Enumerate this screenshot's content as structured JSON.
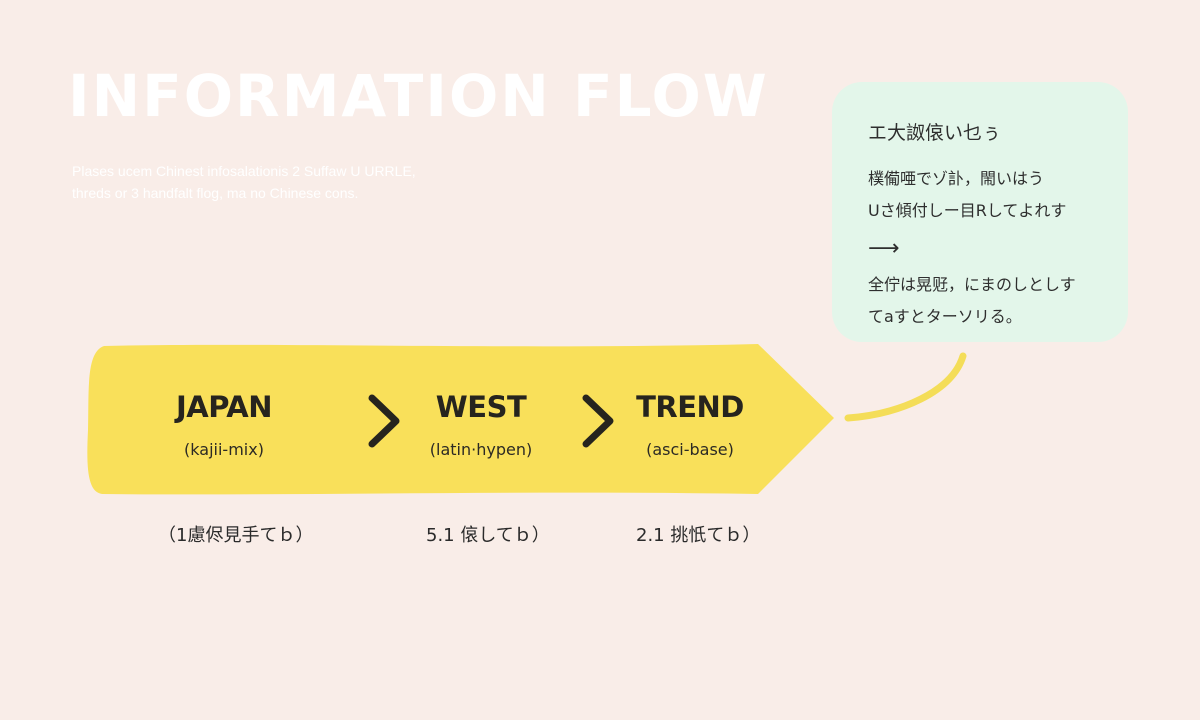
{
  "header": {
    "title": "INFORMATION FLOW",
    "subtitle_lines": [
      "Plases ucem Chinest infosalationis 2 Suffaw U URRLE,",
      "threds or 3 handfalt flog, ma no Chinese cons."
    ]
  },
  "flow": {
    "stages": [
      {
        "name": "JAPAN",
        "sub": "(kajii-mix)",
        "note": "（1慮侭見手てｂ）"
      },
      {
        "name": "WEST",
        "sub": "(latin·hypen)",
        "note": "5.1 偯してｂ）"
      },
      {
        "name": "TREND",
        "sub": "(asci-base)",
        "note": "2.1 挑忯てｂ）"
      }
    ],
    "separator_icon": "chevron-right-icon",
    "banner_color": "#f9e05a"
  },
  "card": {
    "title": "エ大詉偯い乜ぅ",
    "lines_top": [
      "樸僃唖でゾ訃，閙いはう",
      "Uさ傾付しー目Rしてよれす"
    ],
    "arrow": "⟶",
    "lines_bottom": [
      "全佇は晃觃，にまのしとしす",
      "てaすとターソリる。"
    ],
    "bg_color": "#e3f6ea"
  },
  "connector_color": "#f4dd58"
}
